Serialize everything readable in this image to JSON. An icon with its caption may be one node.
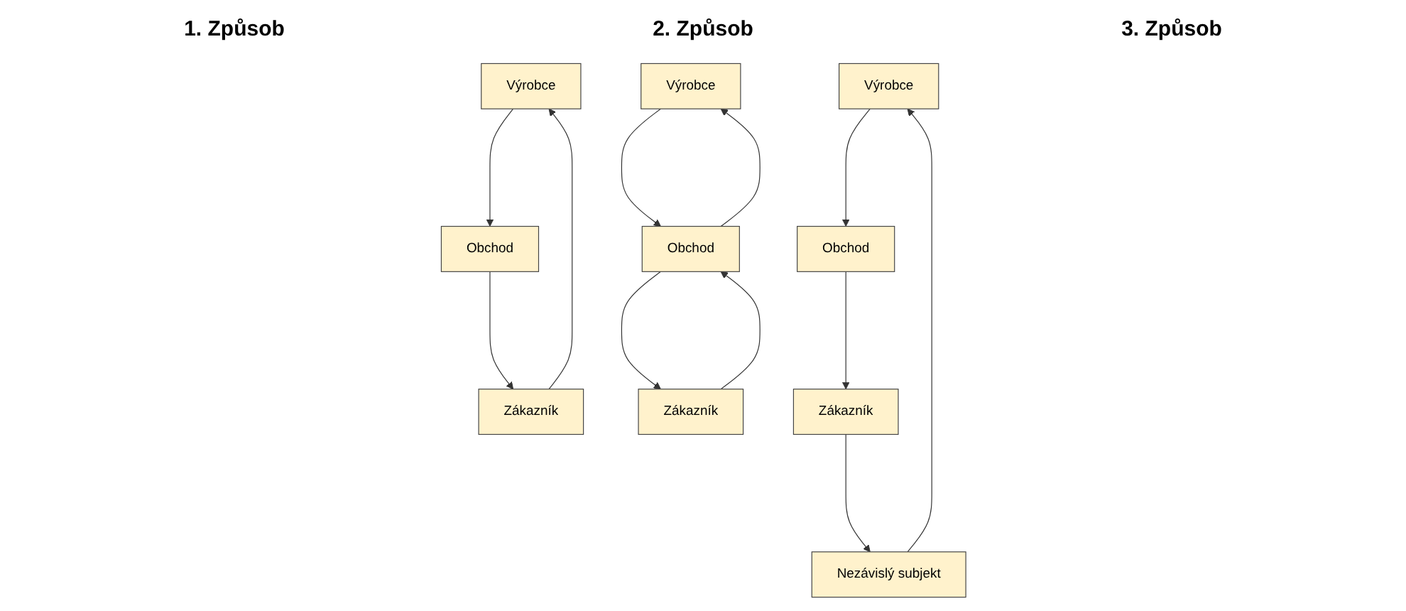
{
  "diagram": {
    "nodes": [
      {
        "text": [
          "Výrobce"
        ]
      },
      {
        "text": [
          "Obchod"
        ]
      },
      {
        "text": [
          "Zákazník"
        ]
      },
      {
        "text": [
          "Výrobce"
        ]
      },
      {
        "text": [
          "Obchod"
        ]
      },
      {
        "text": [
          "Zákazník"
        ]
      },
      {
        "text": [
          "Výrobce"
        ]
      },
      {
        "text": [
          "Obchod"
        ]
      },
      {
        "text": [
          "Zákazník"
        ]
      },
      {
        "text": [
          "Nezávislý subjekt"
        ]
      }
    ],
    "edges": [
      {
        "from": 0,
        "to": 1,
        "arrow": "to"
      },
      {
        "from": 1,
        "to": 2,
        "arrow": "to"
      },
      {
        "from": 2,
        "to": 0,
        "arrow": "to"
      },
      {
        "from": 3,
        "to": 4,
        "arrow": "to"
      },
      {
        "from": 4,
        "to": 5,
        "arrow": "to"
      },
      {
        "from": 4,
        "to": 3,
        "arrow": "to"
      },
      {
        "from": 5,
        "to": 4,
        "arrow": "to"
      },
      {
        "from": 6,
        "to": 7,
        "arrow": "to"
      },
      {
        "from": 7,
        "to": 8,
        "arrow": "to"
      },
      {
        "from": 8,
        "to": 9,
        "arrow": "to"
      },
      {
        "from": 9,
        "to": 6,
        "arrow": "to"
      }
    ],
    "labels": [
      "1. Způsob",
      "2. Způsob",
      "3. Způsob"
    ]
  }
}
